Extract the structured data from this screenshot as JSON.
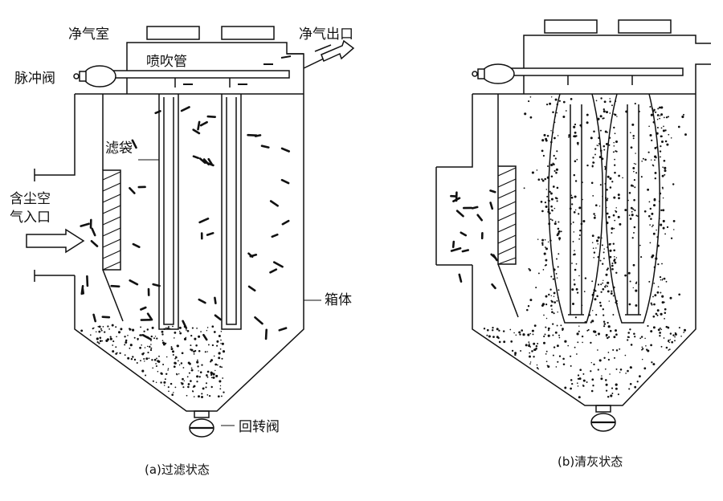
{
  "labels": {
    "clean_chamber": "净气室",
    "clean_outlet": "净气出口",
    "blow_pipe": "喷吹管",
    "pulse_valve": "脉冲阀",
    "filter_bag": "滤袋",
    "dusty_inlet_line1": "含尘空",
    "dusty_inlet_line2": "气入口",
    "housing": "箱体",
    "rotary_valve": "回转阀"
  },
  "captions": {
    "left": "(a)过滤状态",
    "right": "(b)清灰状态"
  }
}
